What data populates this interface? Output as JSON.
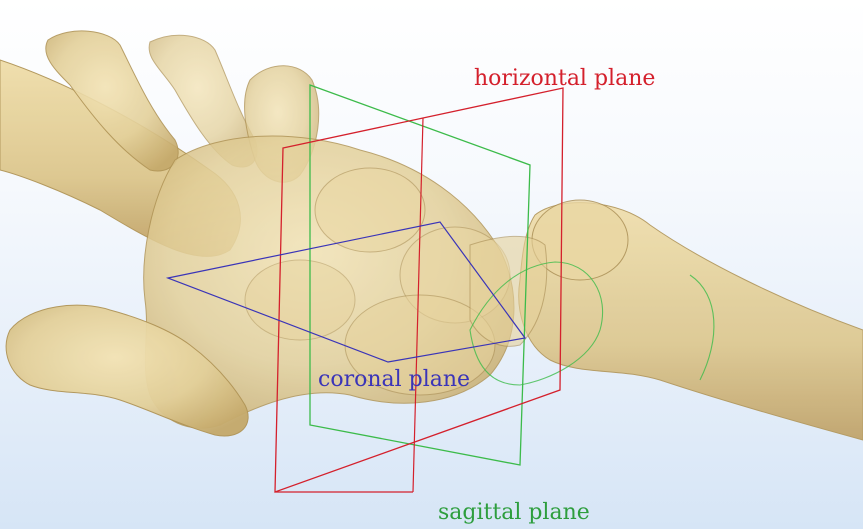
{
  "planes": {
    "horizontal": {
      "label": "horizontal plane",
      "color": "#d4202c"
    },
    "coronal": {
      "label": "coronal plane",
      "color": "#3a34b8"
    },
    "sagittal": {
      "label": "sagittal plane",
      "color": "#2e9e3e"
    }
  },
  "colors": {
    "bone_fill": "#e3d09a",
    "bone_shade": "#c7ae6e",
    "bone_outline": "#a88c52",
    "background_top": "#ffffff",
    "background_bottom": "#d6e5f6"
  }
}
